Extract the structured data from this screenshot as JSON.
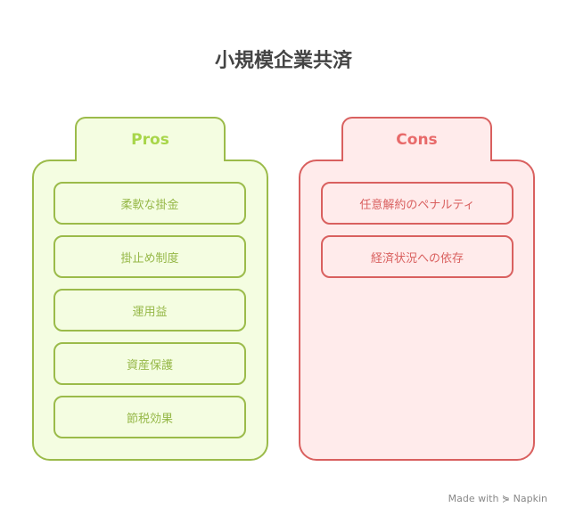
{
  "title": "小規模企業共済",
  "pros": {
    "label": "Pros",
    "items": [
      "柔軟な掛金",
      "掛止め制度",
      "運用益",
      "資産保護",
      "節税効果"
    ]
  },
  "cons": {
    "label": "Cons",
    "items": [
      "任意解約のペナルティ",
      "経済状況への依存"
    ]
  },
  "footer": "Made with ⋟ Napkin",
  "colors": {
    "pros_border": "#9bbb4a",
    "pros_fill": "#f4fde1",
    "cons_border": "#d9605f",
    "cons_fill": "#ffebeb"
  }
}
